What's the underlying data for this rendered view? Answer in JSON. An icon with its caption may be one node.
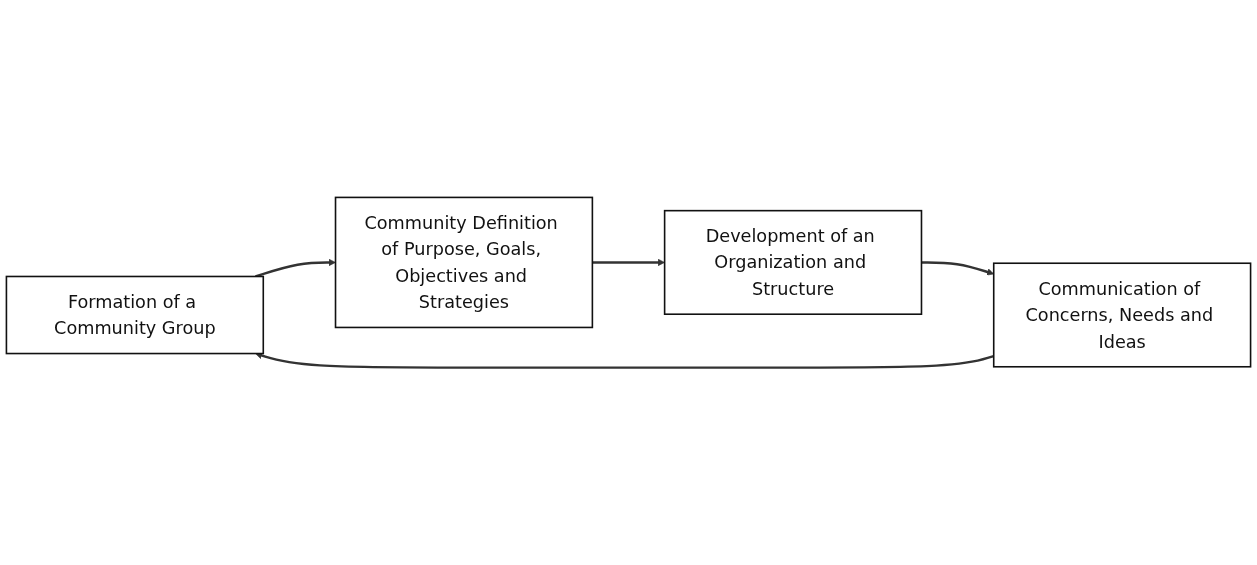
{
  "diagram": {
    "nodes": [
      {
        "text": [
          "Formation of a Community Group"
        ]
      },
      {
        "text": [
          "Community Definition of Purpose, Goals, Objectives and Strategies"
        ]
      },
      {
        "text": [
          "Development of an Organization and Structure"
        ]
      },
      {
        "text": [
          "Communication of Concerns, Needs and Ideas"
        ]
      }
    ],
    "edges": [
      {
        "from": 0,
        "to": 1,
        "arrow": "to"
      },
      {
        "from": 1,
        "to": 2,
        "arrow": "to"
      },
      {
        "from": 2,
        "to": 3,
        "arrow": "to"
      },
      {
        "from": 3,
        "to": 0,
        "arrow": "to"
      }
    ]
  }
}
